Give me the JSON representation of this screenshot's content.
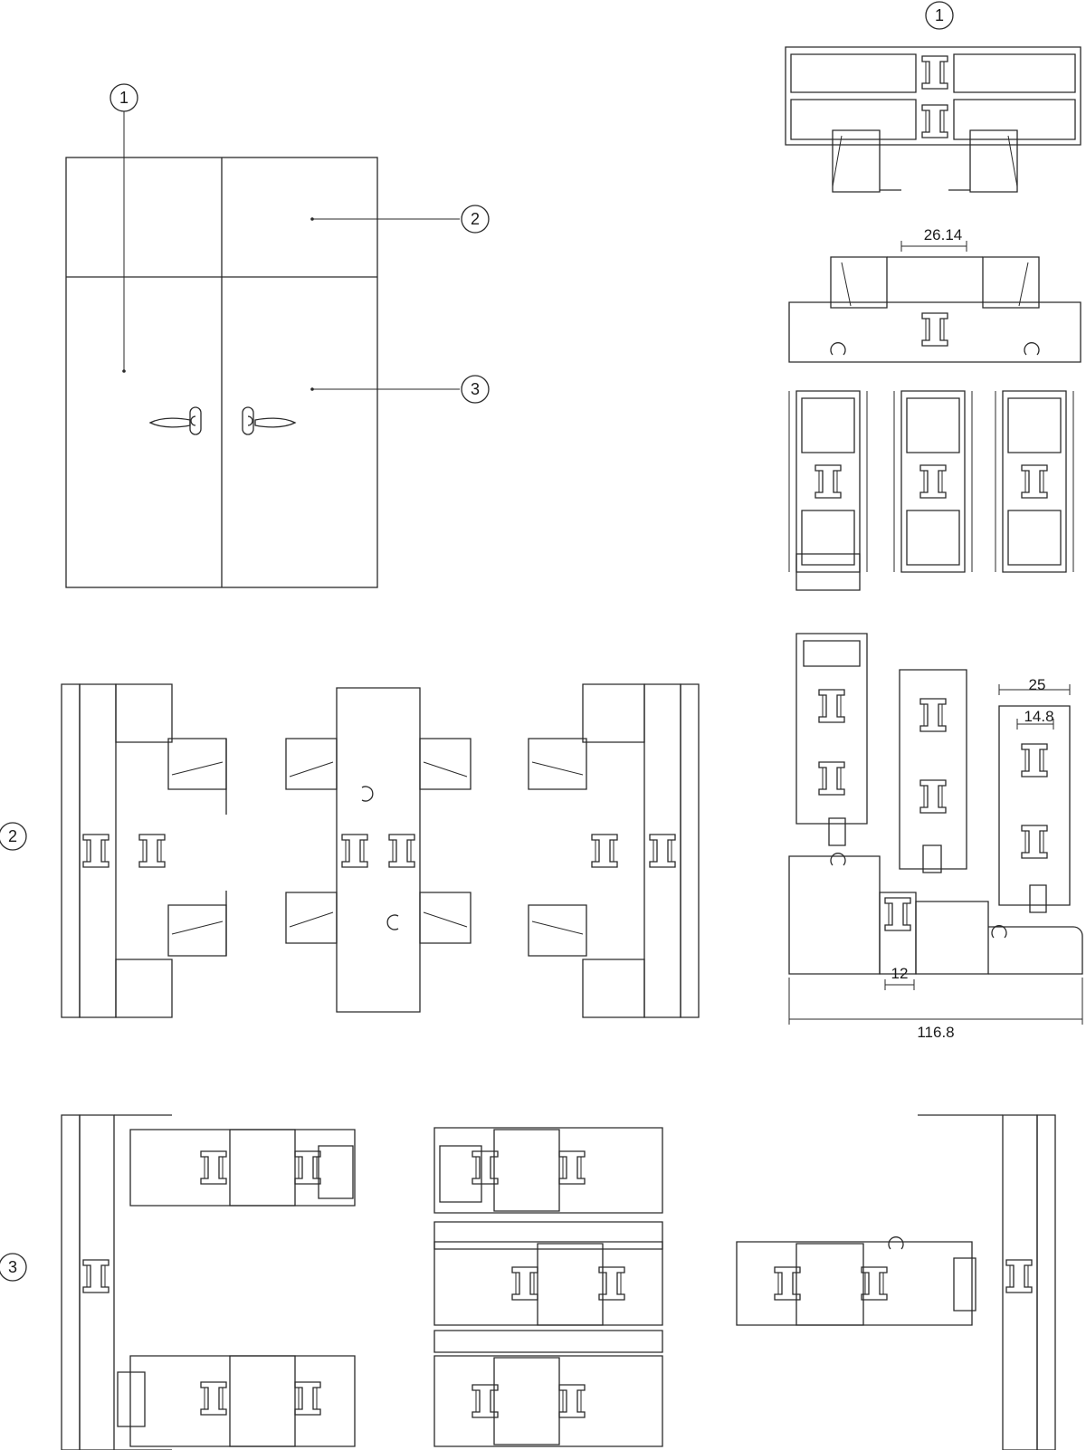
{
  "markers": {
    "one": "1",
    "two": "2",
    "three": "3"
  },
  "dimensions": {
    "top_gap": "26.14",
    "width_25": "25",
    "width_14_8": "14.8",
    "gap_12": "12",
    "overall": "116.8"
  },
  "colors": {
    "line": "#2a2a2a",
    "caption": "#1f4fa3",
    "background": "#ffffff"
  }
}
